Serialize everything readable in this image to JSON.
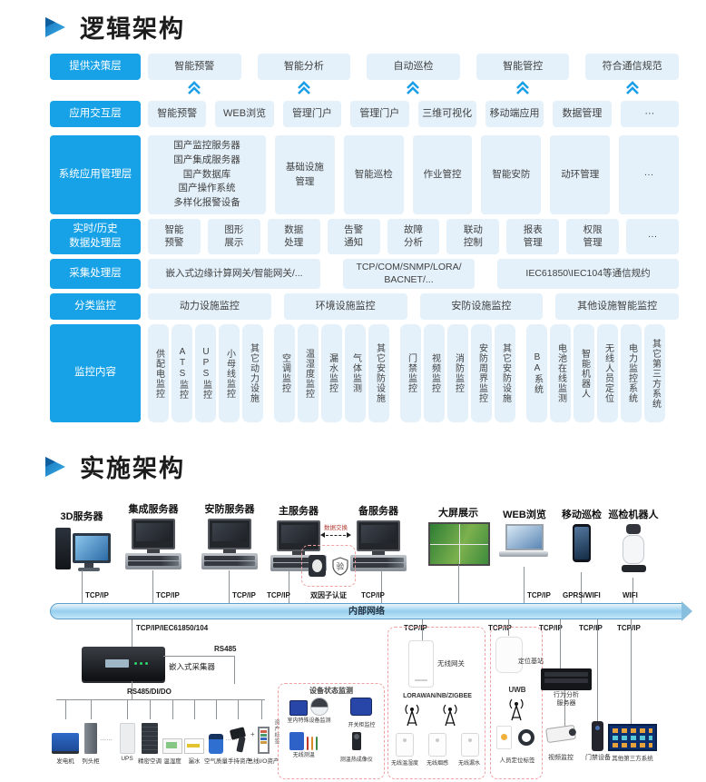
{
  "logical": {
    "title": "逻辑架构",
    "rows": {
      "decision": {
        "label": "提供决策层",
        "items": [
          "智能预警",
          "智能分析",
          "自动巡检",
          "智能管控",
          "符合通信规范"
        ]
      },
      "interaction": {
        "label": "应用交互层",
        "items": [
          "智能预警",
          "WEB浏览",
          "管理门户",
          "管理门户",
          "三维可视化",
          "移动端应用",
          "数据管理",
          "···"
        ]
      },
      "system": {
        "label": "系统应用管理层",
        "items": [
          "国产监控服务器\n国产集成服务器\n国产数据库\n国产操作系统\n多样化报警设备",
          "基础设施\n管理",
          "智能巡检",
          "作业管控",
          "智能安防",
          "动环管理",
          "···"
        ]
      },
      "dataproc": {
        "label": "实时/历史\n数据处理层",
        "items": [
          "智能\n预警",
          "图形\n展示",
          "数据\n处理",
          "告警\n通知",
          "故障\n分析",
          "联动\n控制",
          "报表\n管理",
          "权限\n管理",
          "···"
        ]
      },
      "collection": {
        "label": "采集处理层",
        "items": [
          "嵌入式边缘计算网关/智能网关/...",
          "TCP/COM/SNMP/LORA/\nBACNET/...",
          "IEC61850\\IEC104等通信规约"
        ]
      },
      "category": {
        "label": "分类监控",
        "items": [
          "动力设施监控",
          "环境设施监控",
          "安防设施监控",
          "其他设施智能监控"
        ]
      },
      "content": {
        "label": "监控内容",
        "groups": [
          [
            "供配电监控",
            "ATS监控",
            "UPS监控",
            "小母线监控",
            "其它动力设施"
          ],
          [
            "空调监控",
            "温湿度监控",
            "漏水监控",
            "气体监测",
            "其它安防设施"
          ],
          [
            "门禁监控",
            "视频监控",
            "消防监控",
            "安防周界监控",
            "其它安防设施"
          ],
          [
            "BA系统",
            "电池在线监测",
            "智能机器人",
            "无线人员定位",
            "电力监控系统",
            "其它第三方系统"
          ]
        ]
      }
    }
  },
  "impl": {
    "title": "实施架构",
    "devices": [
      "3D服务器",
      "集成服务器",
      "安防服务器",
      "主服务器",
      "备服务器",
      "大屏展示",
      "WEB浏览",
      "移动巡检",
      "巡检机器人"
    ],
    "data_exchange": "数据交换",
    "two_factor": {
      "label": "双因子认证",
      "shield_char": "验"
    },
    "bus_label": "内部网络",
    "conn_top": [
      "TCP/IP",
      "TCP/IP",
      "TCP/IP",
      "TCP/IP",
      "TCP/IP",
      "TCP/IP",
      "GPRS/WIFI",
      "WIFI"
    ],
    "conn_below": [
      "TCP/IP/IEC61850/104",
      "TCP/IP",
      "TCP/IP",
      "TCP/IP",
      "TCP/IP",
      "TCP/IP"
    ],
    "rs485": "RS485",
    "rs485_dido": "RS485/DI/DO",
    "collector": "嵌入式采集器",
    "field_devices": [
      "发电机",
      "列头柜",
      "UPS",
      "精密空调",
      "温湿度",
      "漏水",
      "空气质量",
      "手持资产",
      "总线I/O资产"
    ],
    "dots": "……",
    "plus": "+",
    "asset_tag": "资产标签",
    "status_box": {
      "title": "设备状态监测",
      "item1": "室内特殊设备监测",
      "item2": "开关柜监控",
      "item3": "无线测温",
      "item4": "测温热成像仪"
    },
    "lora_box": {
      "gateway": "无线网关",
      "title": "LORAWAN/NB/ZIGBEE",
      "sensors": [
        "无线温湿度",
        "无线烟感",
        "无线漏水"
      ]
    },
    "uwb_box": {
      "station": "定位基站",
      "label": "UWB",
      "tags_label": "人员定位标签"
    },
    "right_group": {
      "nvr": "行为分析\n服务器",
      "camera": "视频监控",
      "door": "门禁设备",
      "third_party": "其他第三方系统"
    }
  }
}
